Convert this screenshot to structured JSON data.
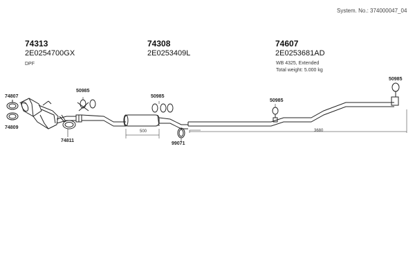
{
  "header": {
    "system_no": "System. No.: 374000047_04"
  },
  "groups": [
    {
      "number": "74313",
      "code": "2E0254700GX",
      "desc": "DPF"
    },
    {
      "number": "74308",
      "code": "2E0253409L"
    },
    {
      "number": "74607",
      "code": "2E0253681AD",
      "desc1": "WB 4325, Extended",
      "desc2": "Total weight: 5.000 kg"
    }
  ],
  "callouts": {
    "c74807": "74807",
    "c74809": "74809",
    "c74811": "74811",
    "c50985_a": "50985",
    "c50985_b": "50985",
    "c50985_c": "50985",
    "c50985_d": "50985",
    "c99071": "99071"
  },
  "dimensions": {
    "d500": "500",
    "d3680": "3680"
  }
}
